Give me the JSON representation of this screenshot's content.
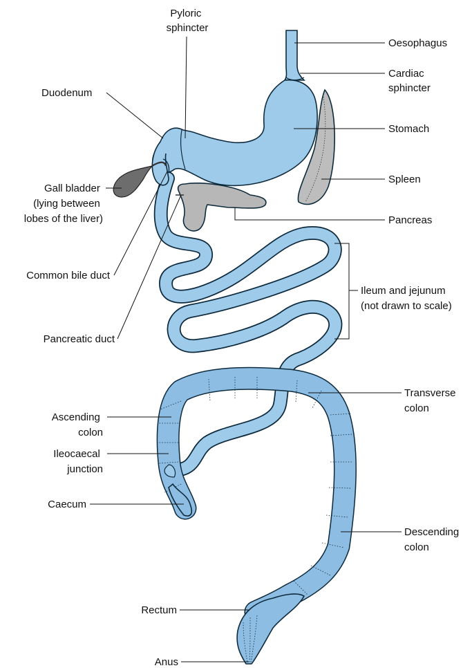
{
  "colors": {
    "tract_fill": "#9fcbea",
    "colon_fill": "#8dbde3",
    "spleen_fill": "#bdbdbd",
    "pancreas_fill": "#b7b7b7",
    "gallbladder_fill": "#6d6d6d",
    "outline": "#0d2a3d"
  },
  "labels": {
    "pyloric_sphincter": [
      "Pyloric",
      "sphincter"
    ],
    "oesophagus": "Oesophagus",
    "cardiac_sphincter": [
      "Cardiac",
      "sphincter"
    ],
    "duodenum": "Duodenum",
    "stomach": "Stomach",
    "gall_bladder": [
      "Gall bladder",
      "(lying between",
      "lobes of the liver)"
    ],
    "spleen": "Spleen",
    "pancreas": "Pancreas",
    "common_bile_duct": "Common bile duct",
    "ileum_jejunum": [
      "Ileum and jejunum",
      "(not drawn to scale)"
    ],
    "pancreatic_duct": "Pancreatic duct",
    "transverse_colon": [
      "Transverse",
      "colon"
    ],
    "ascending_colon": [
      "Ascending",
      "colon"
    ],
    "ileocaecal_junction": [
      "Ileocaecal",
      "junction"
    ],
    "descending_colon": [
      "Descending",
      "colon"
    ],
    "caecum": "Caecum",
    "rectum": "Rectum",
    "anus": "Anus"
  }
}
